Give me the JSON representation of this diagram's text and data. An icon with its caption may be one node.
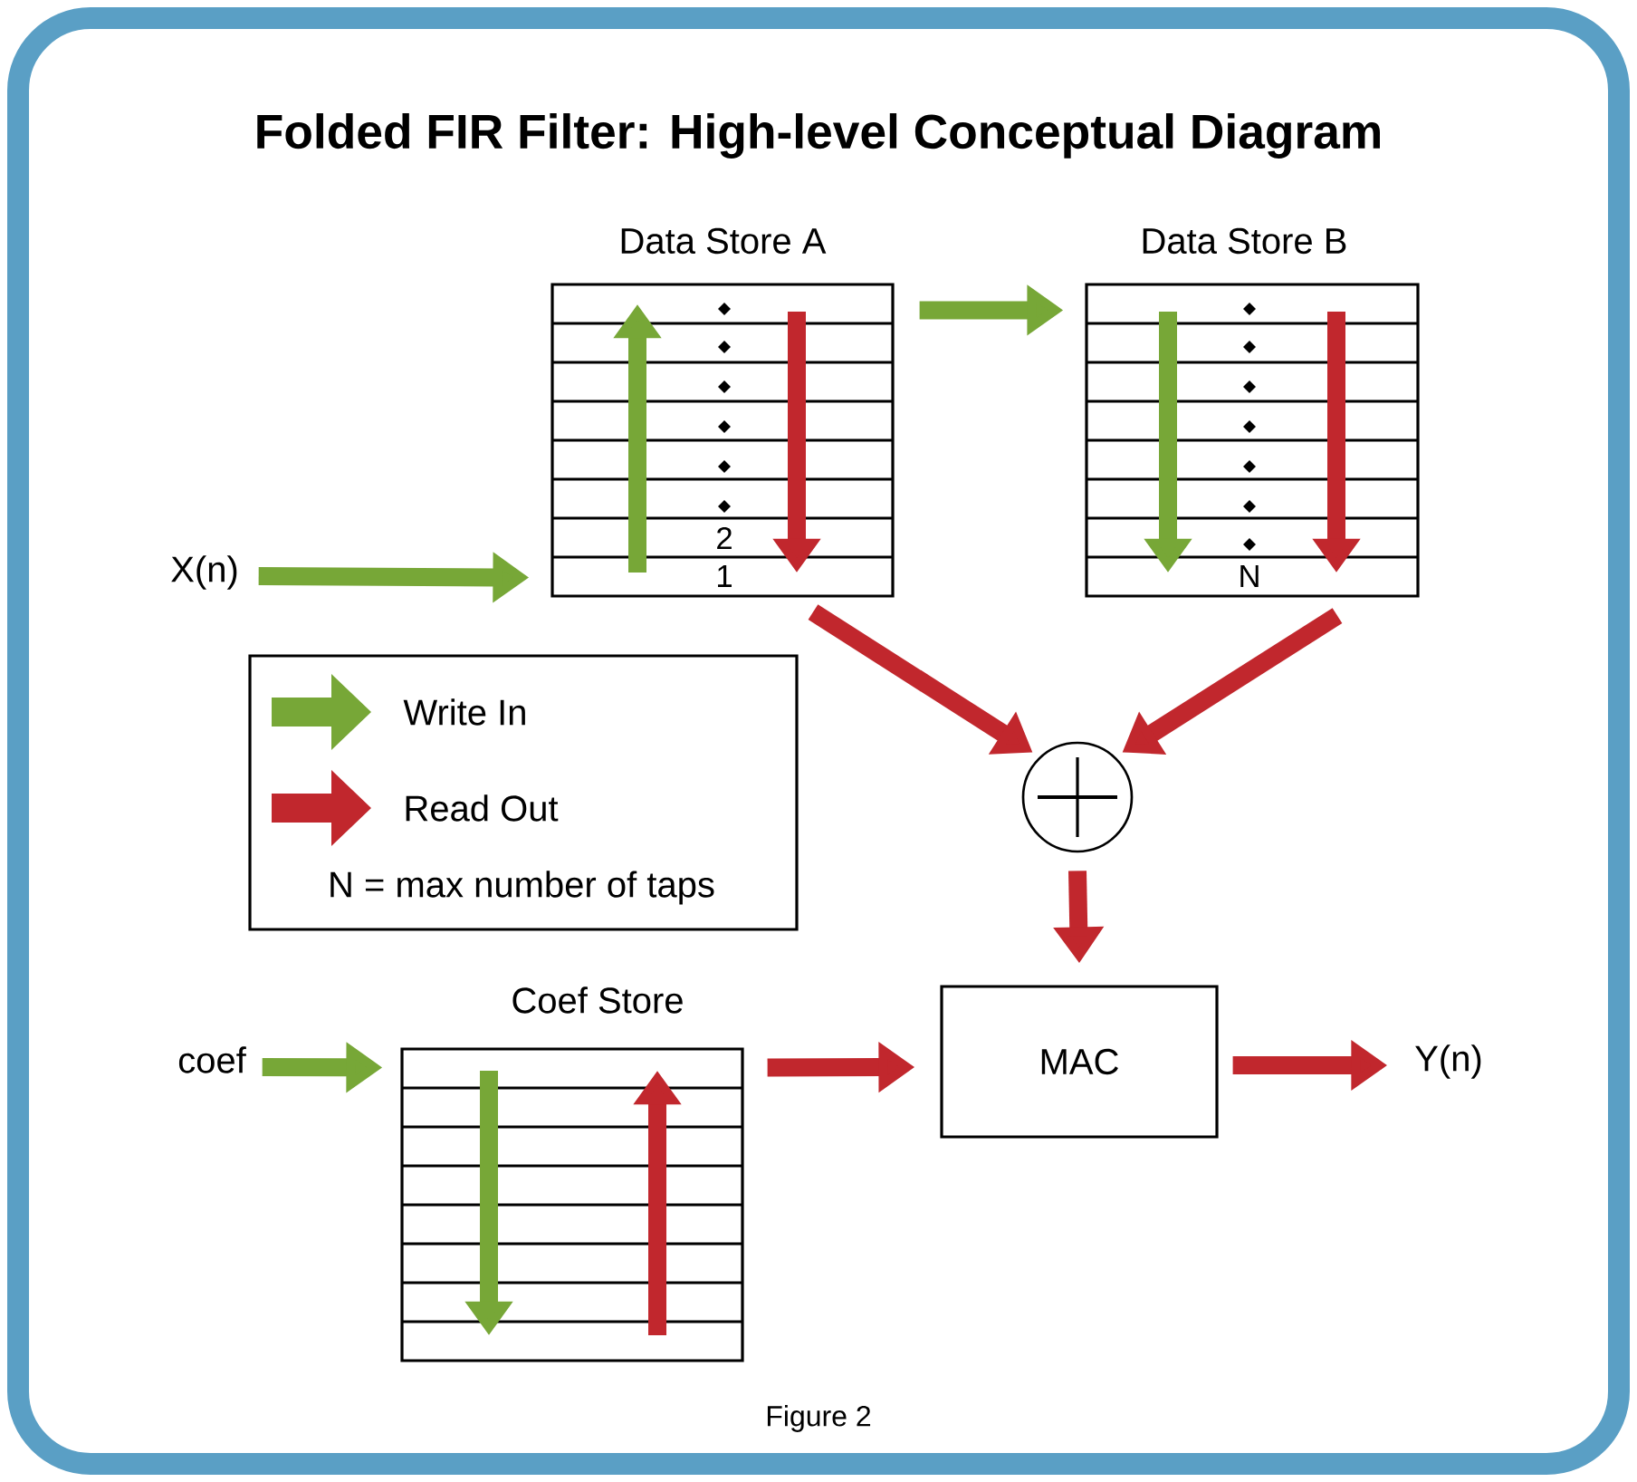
{
  "diagram": {
    "title": "Folded FIR Filter: High-level Conceptual Diagram",
    "caption": "Figure 2",
    "nodes": [
      {
        "text": [
          "Data Store A",
          "2",
          "1"
        ]
      },
      {
        "text": [
          "Data Store B",
          "N"
        ]
      },
      {
        "text": [
          "X(n)"
        ]
      },
      {
        "text": [],
        "shape": "circle"
      },
      {
        "text": [
          "coef"
        ]
      },
      {
        "text": [
          "Coef Store"
        ]
      },
      {
        "text": [
          "MAC"
        ]
      },
      {
        "text": [
          "Y(n)"
        ]
      }
    ],
    "edges": [
      {
        "from": 2,
        "to": 0,
        "arrow": "to",
        "color": "#77a737"
      },
      {
        "from": 0,
        "to": 1,
        "arrow": "to",
        "color": "#77a737"
      },
      {
        "from": 0,
        "to": 3,
        "arrow": "to"
      },
      {
        "from": 1,
        "to": 3,
        "arrow": "to"
      },
      {
        "from": 3,
        "to": 6,
        "arrow": "to"
      },
      {
        "from": 4,
        "to": 5,
        "arrow": "to",
        "color": "#77a737"
      },
      {
        "from": 5,
        "to": 6,
        "arrow": "to"
      },
      {
        "from": 6,
        "to": 7,
        "arrow": "to"
      }
    ],
    "labels": [
      "N = max number of taps"
    ],
    "legend": [
      {
        "text": "Write In",
        "color": "#77a737"
      },
      {
        "text": "Read Out",
        "color": "#c1272d"
      }
    ]
  }
}
